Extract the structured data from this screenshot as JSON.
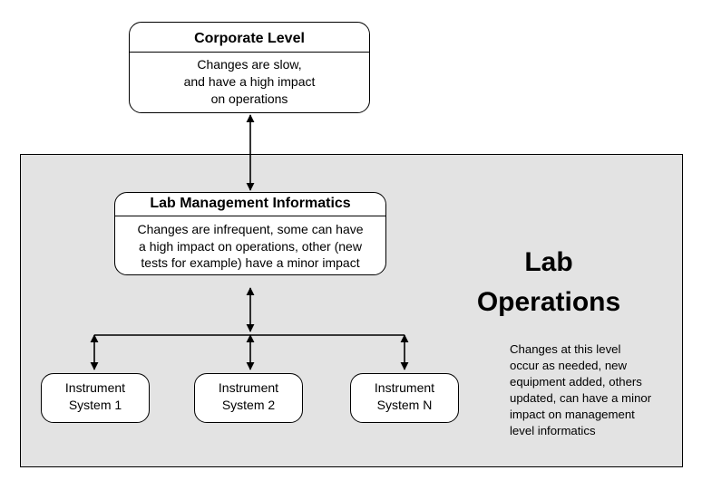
{
  "corporate": {
    "title": "Corporate Level",
    "body": "Changes are slow,\nand have a high impact\non operations"
  },
  "lab_management": {
    "title": "Lab Management Informatics",
    "body": "Changes are infrequent, some can have\na high impact on operations, other (new\ntests for example) have a minor impact"
  },
  "instruments": [
    {
      "label": "Instrument\nSystem 1"
    },
    {
      "label": "Instrument\nSystem 2"
    },
    {
      "label": "Instrument\nSystem N"
    }
  ],
  "lab_operations": {
    "title": "Lab\nOperations"
  },
  "note": "Changes at this level\noccur as needed, new\nequipment added, others\nupdated, can have a minor\nimpact on management\nlevel informatics"
}
